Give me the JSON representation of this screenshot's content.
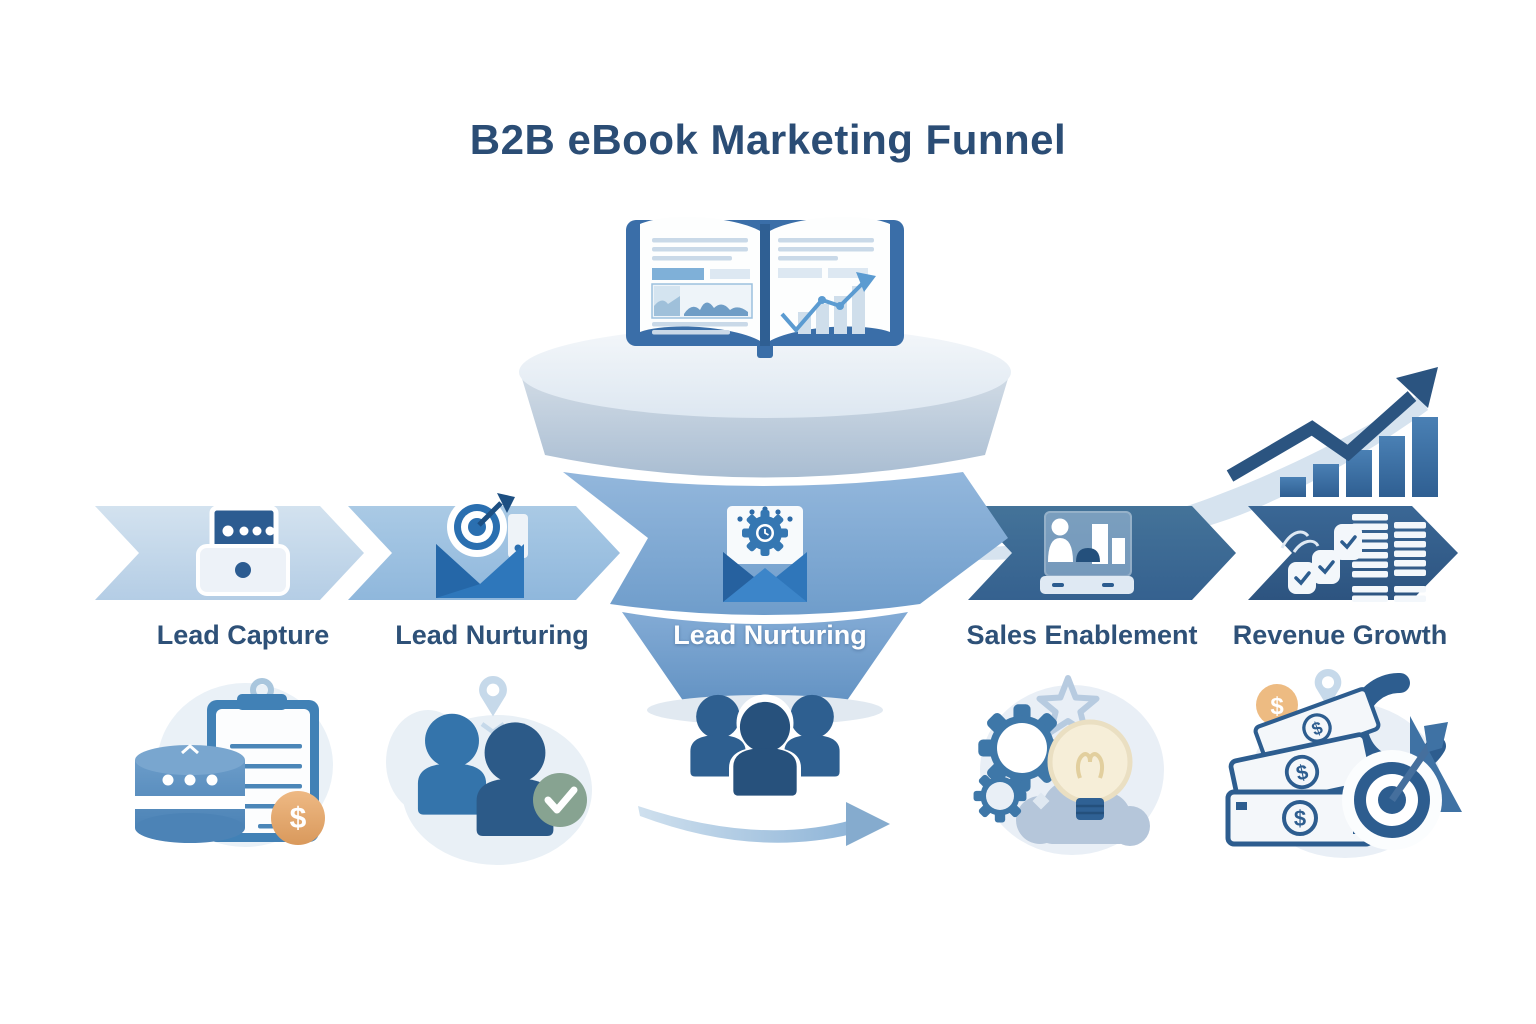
{
  "title": "B2B eBook Marketing Funnel",
  "funnel": {
    "top_icon": "open-ebook-icon",
    "exit_icon": "leads-group-icon",
    "exit_arrow_icon": "curved-right-arrow-icon"
  },
  "stages": [
    {
      "label": "Lead Capture",
      "icon": "inbox-form-icon"
    },
    {
      "label": "Lead Nurturing",
      "icon": "target-envelope-icon"
    },
    {
      "label": "Lead Nurturing",
      "icon": "gear-mail-icon"
    },
    {
      "label": "Sales Enablement",
      "icon": "presentation-board-icon"
    },
    {
      "label": "Revenue Growth",
      "icon": "coin-stacks-icon"
    }
  ],
  "footer_illustrations": [
    {
      "icon": "clipboard-database-coin-illustration"
    },
    {
      "icon": "people-check-pin-illustration"
    },
    {
      "icon": "funnel-leads-arrow-illustration"
    },
    {
      "icon": "gears-lightbulb-idea-illustration"
    },
    {
      "icon": "money-target-growth-illustration"
    }
  ],
  "growth_chart": {
    "icon": "rising-bars-arrow-icon",
    "bars": 5
  },
  "symbols": {
    "dollar": "$"
  },
  "colors": {
    "title_text": "#2b4d75",
    "label_text": "#2e5178",
    "stage1_fill": "#c3d8ea",
    "stage2_fill": "#9cc0e0",
    "funnel_fill": "#7fa9d3",
    "stage4_fill": "#3e6e9e",
    "stage5_fill": "#34608f",
    "book_cover": "#3a6ea8",
    "coin_orange": "#e3a66e",
    "check_green": "#87a391",
    "bulb_cream": "#f6eed8",
    "background": "#ffffff"
  }
}
